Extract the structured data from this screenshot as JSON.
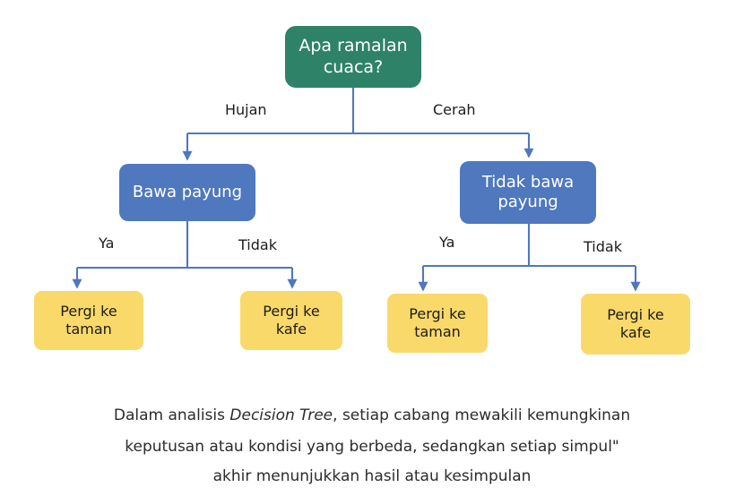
{
  "background_color": "#ffffff",
  "palette": {
    "root_node": "#2E8268",
    "branch_node": "#4F78BE",
    "leaf_node": "#FAD96B",
    "connector": "#4F78BE",
    "node_text_light": "#ffffff",
    "node_text_dark": "#1c1c1c",
    "caption_text": "#2b2b2b"
  },
  "diagram": {
    "type": "decision-tree",
    "root": {
      "label": "Apa ramalan cuaca?",
      "line1": "Apa ramalan",
      "line2": "cuaca?"
    },
    "branch_labels": {
      "root_left": "Hujan",
      "root_right": "Cerah",
      "left_yes": "Ya",
      "left_no": "Tidak",
      "right_yes": "Ya",
      "right_no": "Tidak"
    },
    "branches": [
      {
        "id": "bawa-payung",
        "label": "Bawa payung",
        "line1": "Bawa payung",
        "line2": ""
      },
      {
        "id": "tidak-bawa-payung",
        "label": "Tidak bawa payung",
        "line1": "Tidak bawa",
        "line2": "payung"
      }
    ],
    "leaves": [
      {
        "id": "leaf-1",
        "label": "Pergi ke taman",
        "line1": "Pergi ke",
        "line2": "taman"
      },
      {
        "id": "leaf-2",
        "label": "Pergi ke kafe",
        "line1": "Pergi ke",
        "line2": "kafe"
      },
      {
        "id": "leaf-3",
        "label": "Pergi ke taman",
        "line1": "Pergi ke",
        "line2": "taman"
      },
      {
        "id": "leaf-4",
        "label": "Pergi ke kafe",
        "line1": "Pergi ke",
        "line2": "kafe"
      }
    ]
  },
  "caption": {
    "line1_prefix": "Dalam analisis ",
    "line1_italic": "Decision Tree",
    "line1_suffix": ", setiap cabang mewakili kemungkinan",
    "line2": "keputusan atau kondisi yang berbeda, sedangkan setiap simpul\"",
    "line3": "akhir menunjukkan hasil atau kesimpulan"
  }
}
